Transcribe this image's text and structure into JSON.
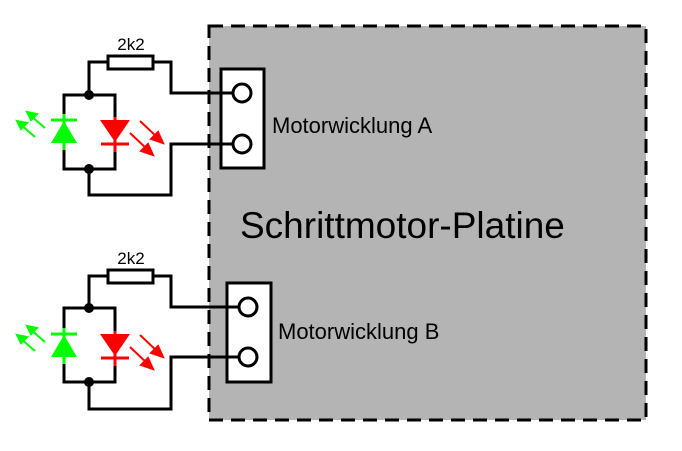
{
  "board": {
    "title": "Schrittmotor-Platine",
    "fill_color": "#b4b4b4",
    "border_color": "#000000"
  },
  "windings": [
    {
      "id": "A",
      "label": "Motorwicklung A"
    },
    {
      "id": "B",
      "label": "Motorwicklung B"
    }
  ],
  "indicator_circuits": [
    {
      "for_winding": "A",
      "resistor": {
        "label": "2k2"
      },
      "leds": [
        {
          "color_name": "green",
          "color": "#00ff00",
          "direction": "up"
        },
        {
          "color_name": "red",
          "color": "#ff0000",
          "direction": "down"
        }
      ]
    },
    {
      "for_winding": "B",
      "resistor": {
        "label": "2k2"
      },
      "leds": [
        {
          "color_name": "green",
          "color": "#00ff00",
          "direction": "up"
        },
        {
          "color_name": "red",
          "color": "#ff0000",
          "direction": "down"
        }
      ]
    }
  ]
}
